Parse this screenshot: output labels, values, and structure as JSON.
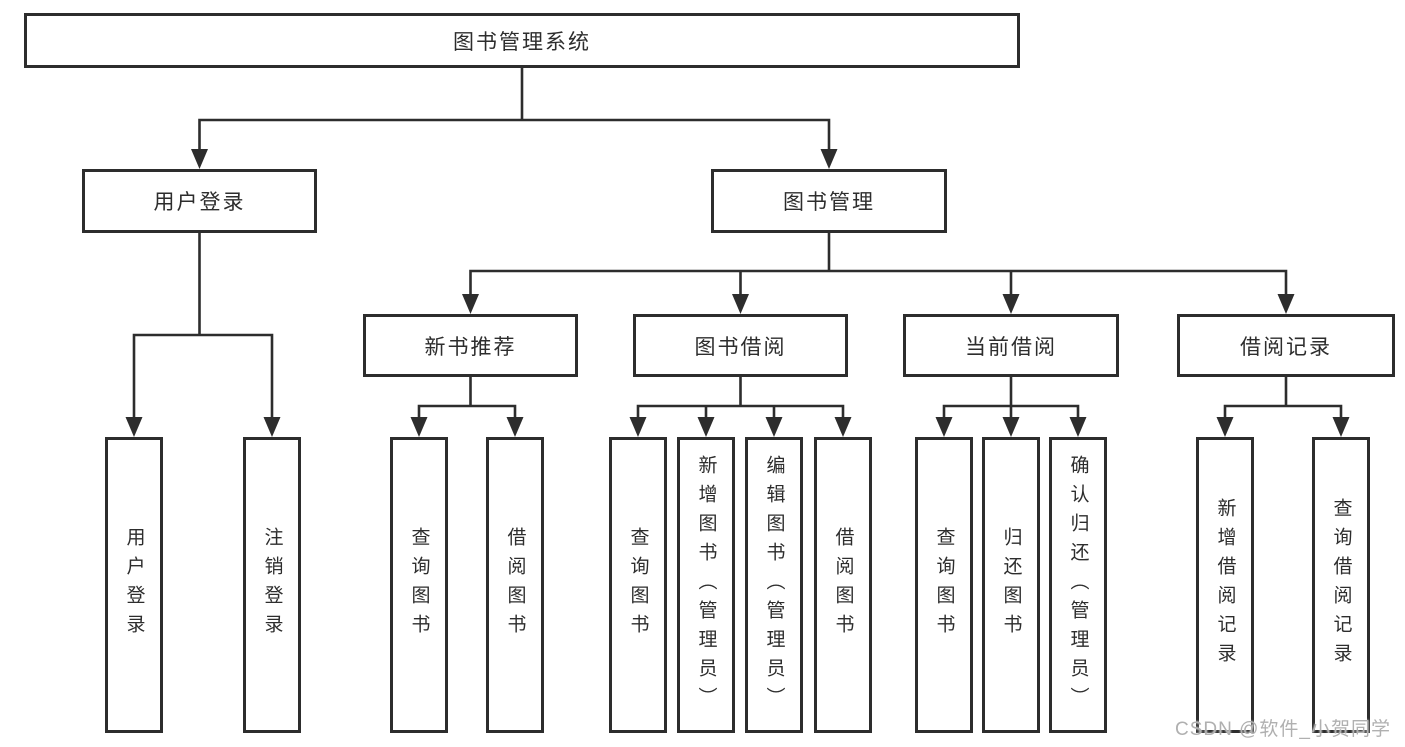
{
  "colors": {
    "background": "#ffffff",
    "line": "#2d2d2d",
    "box_border": "#2d2d2d",
    "text": "#2d2d2d",
    "watermark": "#b0b0b0"
  },
  "watermark": "CSDN @软件_小贺同学",
  "tree": {
    "label": "图书管理系统",
    "children": [
      {
        "label": "用户登录",
        "children": [
          {
            "label": "用户登录"
          },
          {
            "label": "注销登录"
          }
        ]
      },
      {
        "label": "图书管理",
        "children": [
          {
            "label": "新书推荐",
            "children": [
              {
                "label": "查询图书"
              },
              {
                "label": "借阅图书"
              }
            ]
          },
          {
            "label": "图书借阅",
            "children": [
              {
                "label": "查询图书"
              },
              {
                "label": "新增图书（管理员）"
              },
              {
                "label": "编辑图书（管理员）"
              },
              {
                "label": "借阅图书"
              }
            ]
          },
          {
            "label": "当前借阅",
            "children": [
              {
                "label": "查询图书"
              },
              {
                "label": "归还图书"
              },
              {
                "label": "确认归还（管理员）"
              }
            ]
          },
          {
            "label": "借阅记录",
            "children": [
              {
                "label": "新增借阅记录"
              },
              {
                "label": "查询借阅记录"
              }
            ]
          }
        ]
      }
    ]
  }
}
